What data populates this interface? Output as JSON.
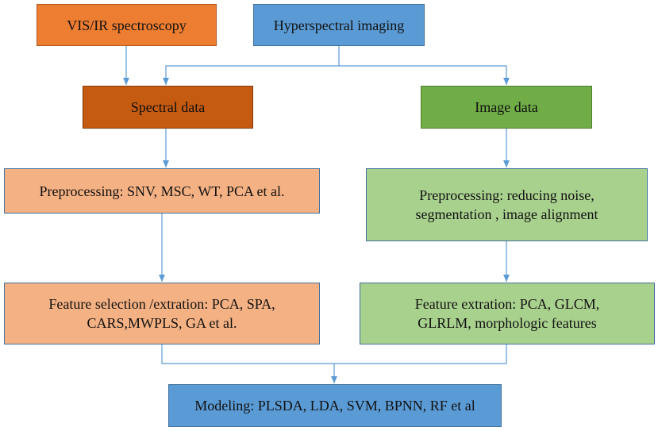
{
  "nodes": {
    "vis_ir": "VIS/IR  spectroscopy",
    "hyperspectral": "Hyperspectral imaging",
    "spectral_data": "Spectral data",
    "image_data": "Image data",
    "preprocessing_spectral": "Preprocessing: SNV, MSC,  WT,  PCA et al.",
    "preprocessing_image": "Preprocessing: reducing noise,\nsegmentation , image alignment",
    "feature_spectral": "Feature selection /extration: PCA, SPA,\nCARS,MWPLS, GA et al.",
    "feature_image": "Feature extration: PCA, GLCM,\nGLRLM, morphologic features",
    "modeling": "Modeling: PLSDA, LDA, SVM, BPNN, RF et al"
  },
  "colors": {
    "orange": "#ed7d31",
    "blue": "#5b9bd5",
    "dark_orange": "#c55a11",
    "green": "#70ad47",
    "light_orange": "#f4b183",
    "light_green": "#a9d18e",
    "connector": "#5b9bd5"
  }
}
